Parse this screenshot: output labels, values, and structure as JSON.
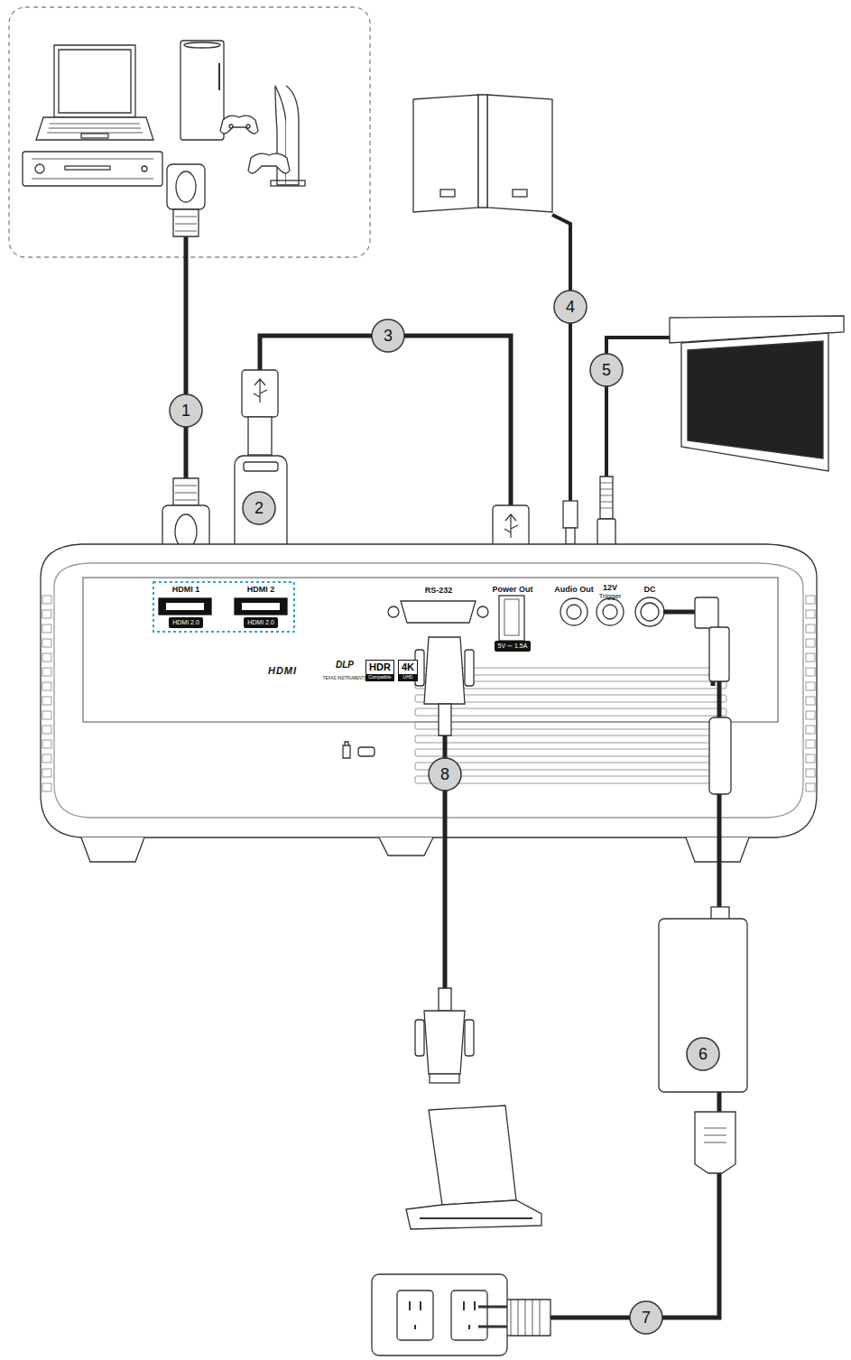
{
  "diagram": {
    "nodes": [
      {
        "text": [
          "HDMI 2.0"
        ]
      },
      {
        "text": [
          "HDMI 2.0"
        ]
      },
      {
        "text": [
          "5V ⎓ 1.5A"
        ]
      },
      {
        "text": [
          "HDR",
          "Compatible"
        ]
      },
      {
        "text": [
          "4K",
          "UHD"
        ]
      }
    ],
    "labels": [
      "1",
      "2",
      "3",
      "4",
      "5",
      "6",
      "7",
      "8",
      "HDMI 1",
      "HDMI 2",
      "RS-232",
      "Power Out",
      "Audio Out",
      "12V",
      "Trigger",
      "DC",
      "HDMI",
      "DLP",
      "TEXAS INSTRUMENTS"
    ]
  }
}
